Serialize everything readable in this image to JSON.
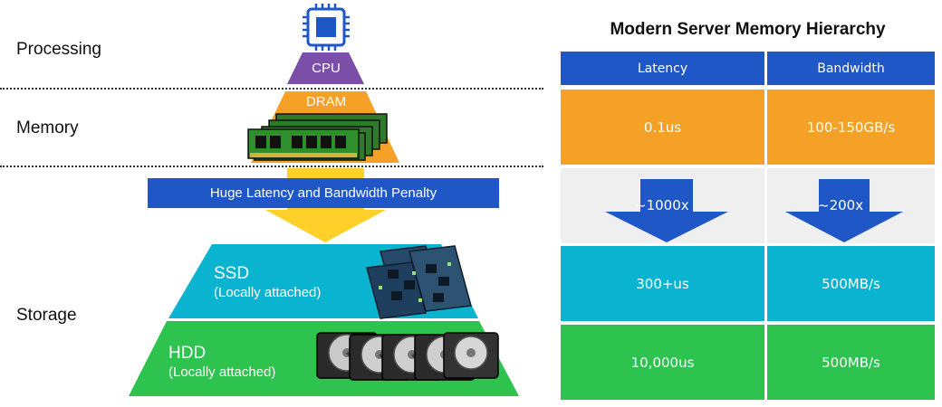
{
  "left": {
    "section_labels": {
      "processing": "Processing",
      "memory": "Memory",
      "storage": "Storage"
    },
    "tiers": {
      "cpu": "CPU",
      "dram": "DRAM",
      "penalty": "Huge Latency and Bandwidth Penalty",
      "ssd_title": "SSD",
      "ssd_sub": "(Locally attached)",
      "hdd_title": "HDD",
      "hdd_sub": "(Locally attached)"
    }
  },
  "table": {
    "title": "Modern Server Memory Hierarchy",
    "headers": [
      "Latency",
      "Bandwidth"
    ],
    "rows": [
      {
        "latency": "0.1us",
        "bandwidth": "100-150GB/s"
      },
      {
        "latency": "~1000x",
        "bandwidth": "~200x"
      },
      {
        "latency": "300+us",
        "bandwidth": "500MB/s"
      },
      {
        "latency": "10,000us",
        "bandwidth": "500MB/s"
      }
    ]
  },
  "colors": {
    "cpu": "#7b4fa8",
    "dram": "#f5a128",
    "penalty_bar": "#1f57c7",
    "penalty_arrow": "#ffd02a",
    "ssd": "#0ab3cf",
    "hdd": "#2ec24e",
    "header_blue": "#1f57c7",
    "row_gray": "#efefef",
    "chip_blue": "#1f57c7"
  }
}
